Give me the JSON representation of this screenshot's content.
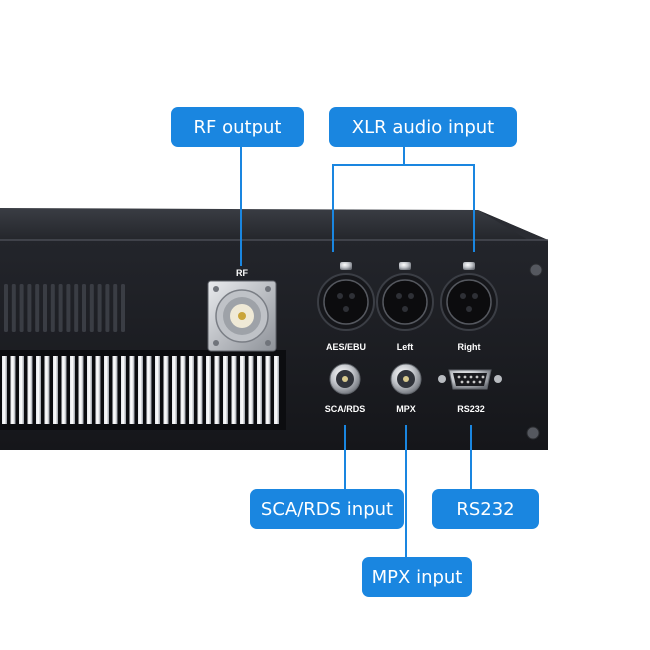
{
  "callouts": {
    "rf_output": "RF output",
    "xlr_audio_input": "XLR audio input",
    "sca_rds_input": "SCA/RDS input",
    "rs232": "RS232",
    "mpx_input": "MPX input"
  },
  "panel_labels": {
    "rf": "RF",
    "aes_ebu": "AES/EBU",
    "left": "Left",
    "right": "Right",
    "sca_rds": "SCA/RDS",
    "mpx": "MPX",
    "rs232": "RS232"
  },
  "colors": {
    "callout": "#1a86e0",
    "chassis": "#1b1d22",
    "panel_text": "#ffffff"
  }
}
